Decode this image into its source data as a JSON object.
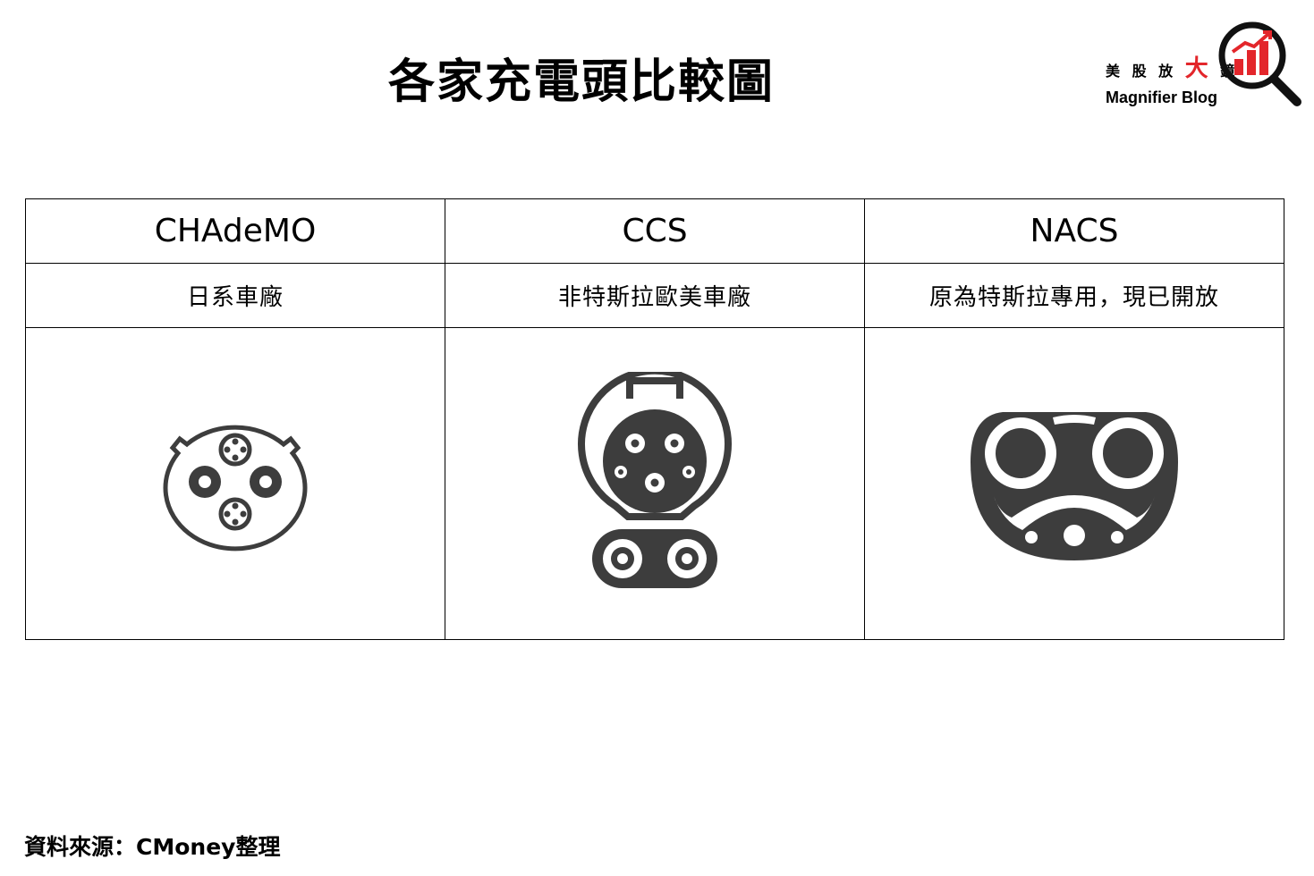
{
  "title": "各家充電頭比較圖",
  "logo": {
    "chinese_prefix": "美 股 放 ",
    "chinese_big": "大",
    "chinese_suffix": " 鏡",
    "english": "Magnifier Blog",
    "accent_color": "#e3262b",
    "icon": "magnifier-bar-chart-icon"
  },
  "table": {
    "columns": [
      {
        "name": "CHAdeMO",
        "description": "日系車廠",
        "icon": "chademo-connector-icon"
      },
      {
        "name": "CCS",
        "description": "非特斯拉歐美車廠",
        "icon": "ccs-connector-icon"
      },
      {
        "name": "NACS",
        "description": "原為特斯拉專用，現已開放",
        "icon": "nacs-connector-icon"
      }
    ]
  },
  "source": "資料來源：CMoney整理",
  "colors": {
    "connector": "#3d3d3d",
    "border": "#000000"
  }
}
